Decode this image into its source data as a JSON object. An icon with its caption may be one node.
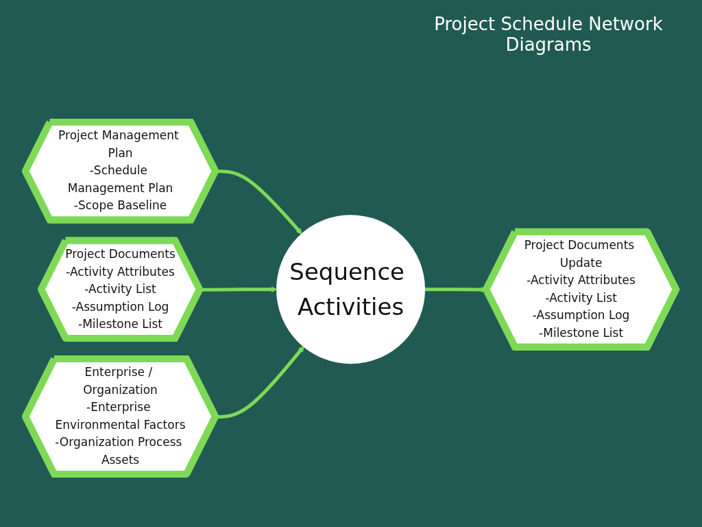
{
  "diagram": {
    "title": "Project Schedule Network Diagrams",
    "nodes": [
      {
        "text": [
          "Project Management Plan",
          "-Schedule Management Plan",
          "-Scope Baseline"
        ]
      },
      {
        "text": [
          "Project Documents",
          "-Activity Attributes",
          "-Activity List",
          "-Assumption Log",
          "-Milestone List"
        ]
      },
      {
        "text": [
          "Enterprise / Organization",
          "-Enterprise Environmental Factors",
          "-Organization Process Assets"
        ]
      },
      {
        "text": [
          "Sequence Activities"
        ]
      },
      {
        "text": [
          "Project Documents Update",
          "-Activity Attributes",
          "-Activity List",
          "-Assumption Log",
          "-Milestone List"
        ]
      }
    ],
    "edges": [
      {
        "from": 0,
        "to": 3,
        "arrow": "to"
      },
      {
        "from": 1,
        "to": 3,
        "arrow": "to"
      },
      {
        "from": 2,
        "to": 3,
        "arrow": "to"
      },
      {
        "from": 3,
        "to": 4,
        "arrow": "to"
      }
    ]
  }
}
